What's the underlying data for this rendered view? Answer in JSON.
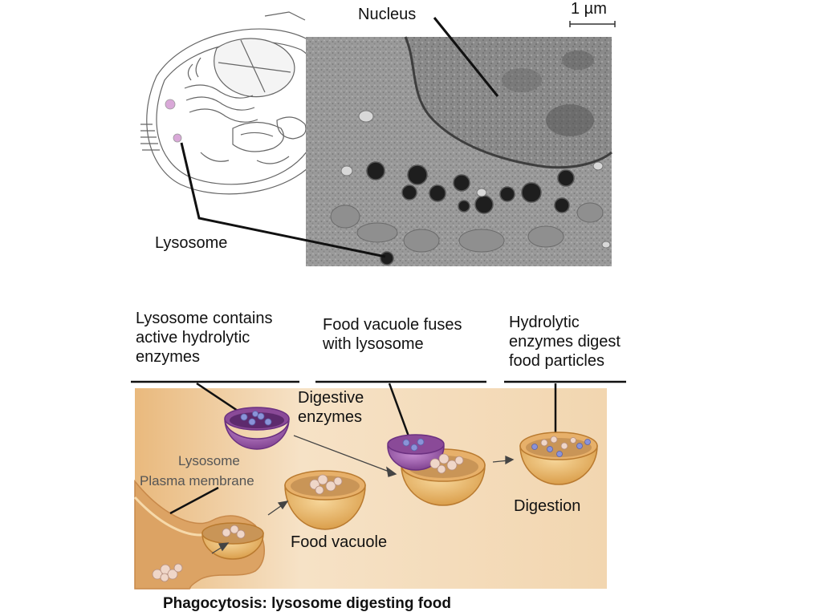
{
  "top": {
    "nucleus_label": "Nucleus",
    "scale_label": "1 µm",
    "lysosome_label": "Lysosome"
  },
  "steps": [
    {
      "title_lines": [
        "Lysosome contains",
        "active hydrolytic",
        "enzymes"
      ]
    },
    {
      "title_lines": [
        "Food vacuole fuses",
        "with lysosome"
      ]
    },
    {
      "title_lines": [
        "Hydrolytic",
        "enzymes digest",
        "food particles"
      ]
    }
  ],
  "diagram": {
    "digestive_enzymes_lines": [
      "Digestive",
      "enzymes"
    ],
    "lysosome_small": "Lysosome",
    "plasma_membrane": "Plasma membrane",
    "food_vacuole": "Food vacuole",
    "digestion": "Digestion"
  },
  "caption": "Phagocytosis: lysosome digesting food",
  "colors": {
    "cytoplasm": "#f3d9b4",
    "lysosome": "#9b59a8",
    "vacuole": "#e8b86a",
    "enzyme": "#7d86c9",
    "food": "#e9cfc0"
  }
}
